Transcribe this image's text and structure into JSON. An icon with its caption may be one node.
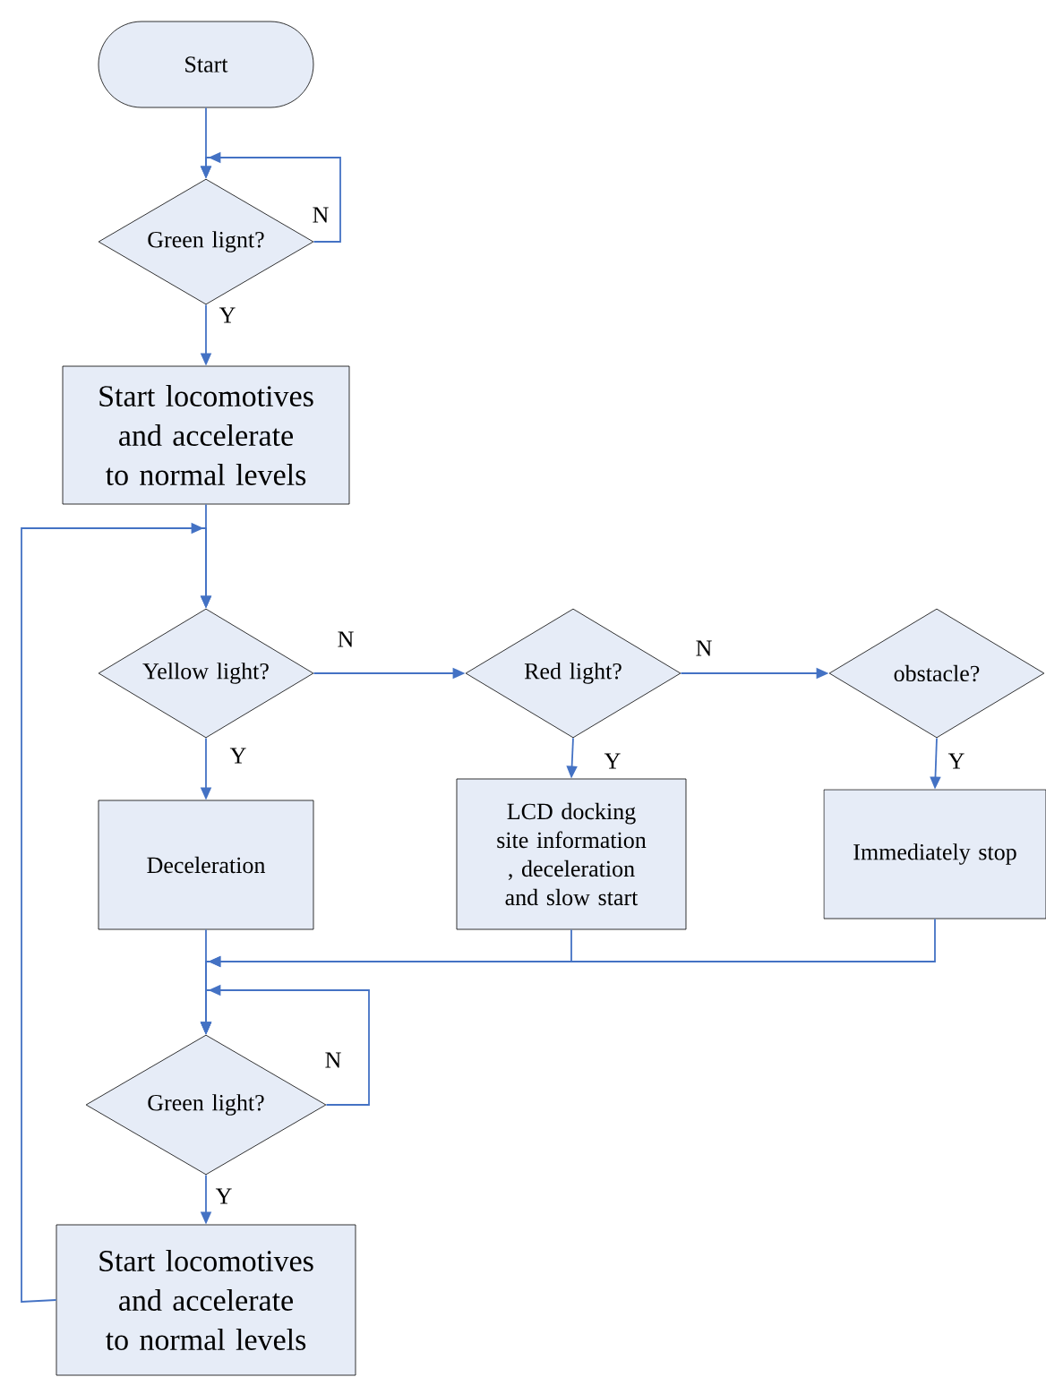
{
  "diagram": {
    "nodes": [
      {
        "text": [
          "Start"
        ]
      },
      {
        "text": [
          "Green lignt?"
        ]
      },
      {
        "text": [
          "Start locomotives and accelerate to normal levels"
        ]
      },
      {
        "text": [
          "Yellow light?"
        ]
      },
      {
        "text": [
          "Red light?"
        ]
      },
      {
        "text": [
          "obstacle?"
        ]
      },
      {
        "text": [
          "Deceleration"
        ]
      },
      {
        "text": [
          "LCD docking site information , deceleration and slow start"
        ]
      },
      {
        "text": [
          "Immediately stop"
        ]
      },
      {
        "text": [
          "Green light?"
        ]
      },
      {
        "text": [
          "Start locomotives and accelerate to normal levels"
        ]
      }
    ],
    "edges": [
      {
        "from": 0,
        "to": 1,
        "arrow": "to"
      },
      {
        "from": 1,
        "to": 1,
        "arrow": "to",
        "label": "N"
      },
      {
        "from": 1,
        "to": 2,
        "arrow": "to",
        "label": "Y"
      },
      {
        "from": 2,
        "to": 3,
        "arrow": "to"
      },
      {
        "from": 3,
        "to": 4,
        "arrow": "to",
        "label": "N"
      },
      {
        "from": 4,
        "to": 5,
        "arrow": "to",
        "label": "N"
      },
      {
        "from": 3,
        "to": 6,
        "arrow": "to",
        "label": "Y"
      },
      {
        "from": 4,
        "to": 7,
        "arrow": "to",
        "label": "Y"
      },
      {
        "from": 5,
        "to": 8,
        "arrow": "to",
        "label": "Y"
      },
      {
        "from": 6,
        "to": 9,
        "arrow": "to"
      },
      {
        "from": 7,
        "to": 9,
        "arrow": "to"
      },
      {
        "from": 8,
        "to": 9,
        "arrow": "to"
      },
      {
        "from": 9,
        "to": 9,
        "arrow": "to",
        "label": "N"
      },
      {
        "from": 9,
        "to": 10,
        "arrow": "to",
        "label": "Y"
      },
      {
        "from": 10,
        "to": 3,
        "arrow": "to"
      }
    ]
  }
}
